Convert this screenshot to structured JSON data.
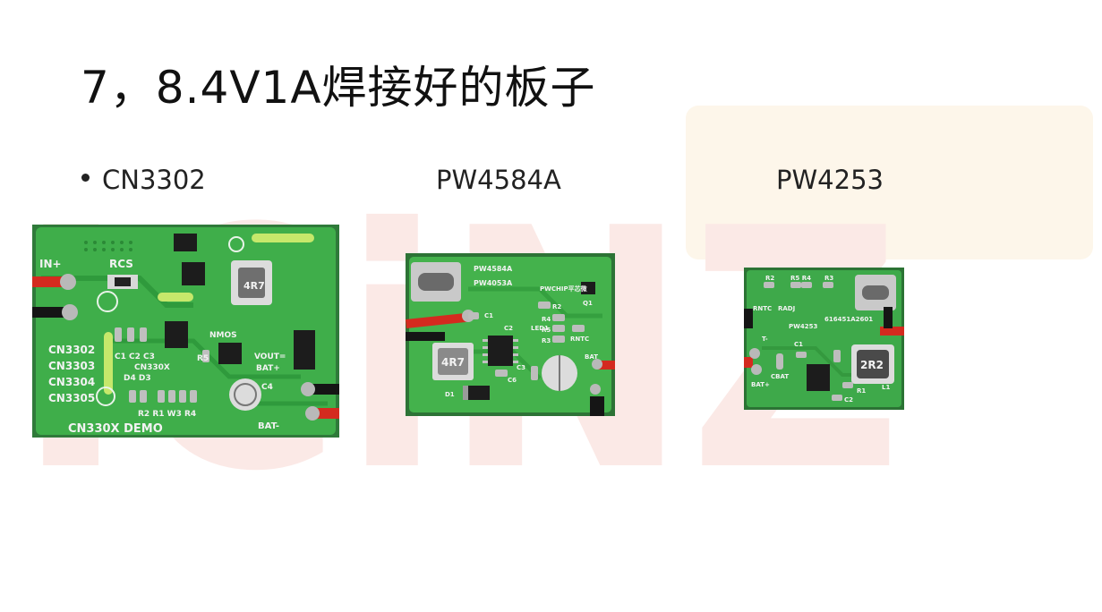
{
  "slide": {
    "title": "7，8.4V1A焊接好的板子",
    "watermark": "ICiNZ"
  },
  "chips": [
    {
      "name": "CN3302"
    },
    {
      "name": "PW4584A"
    },
    {
      "name": "PW4253"
    }
  ],
  "board1": {
    "silk_in": "IN+",
    "silk_rcs": "RCS",
    "silk_parts": [
      "CN3302",
      "CN3303",
      "CN3304",
      "CN3305"
    ],
    "silk_chip": "CN330X",
    "silk_nmos": "NMOS",
    "silk_inductor": "4R7",
    "silk_vout": "VOUT=",
    "silk_batp": "BAT+",
    "silk_batm": "BAT-",
    "silk_demo": "CN330X DEMO",
    "silk_caps": "C1 C2 C3",
    "silk_r5": "R5",
    "silk_c4": "C4",
    "silk_d4d3": "D4  D3",
    "silk_res": "R2   R1 W3 R4"
  },
  "board2": {
    "silk_chip1": "PW4584A",
    "silk_chip2": "PW4053A",
    "silk_inductor": "4R7",
    "silk_brand": "PWCHIP平芯微",
    "silk_r2": "R2",
    "silk_r4": "R4",
    "silk_r5": "R5",
    "silk_r3": "R3",
    "silk_led1": "LED1",
    "silk_rntc": "RNTC",
    "silk_bat": "BAT",
    "silk_d1": "D1",
    "silk_c1": "C1",
    "silk_c2": "C2",
    "silk_c3": "C3",
    "silk_c6": "C6",
    "silk_q1": "Q1"
  },
  "board3": {
    "silk_r2": "R2",
    "silk_r5r4": "R5 R4",
    "silk_r3": "R3",
    "silk_rntc": "RNTC",
    "silk_radj": "RADJ",
    "silk_chip": "PW4253",
    "silk_code": "616451A2601",
    "silk_inductor": "2R2",
    "silk_cbat": "CBAT",
    "silk_batp": "BAT+",
    "silk_batm": "T-",
    "silk_r1": "R1",
    "silk_c2": "C2",
    "silk_c1": "C1",
    "silk_l1": "L1"
  }
}
